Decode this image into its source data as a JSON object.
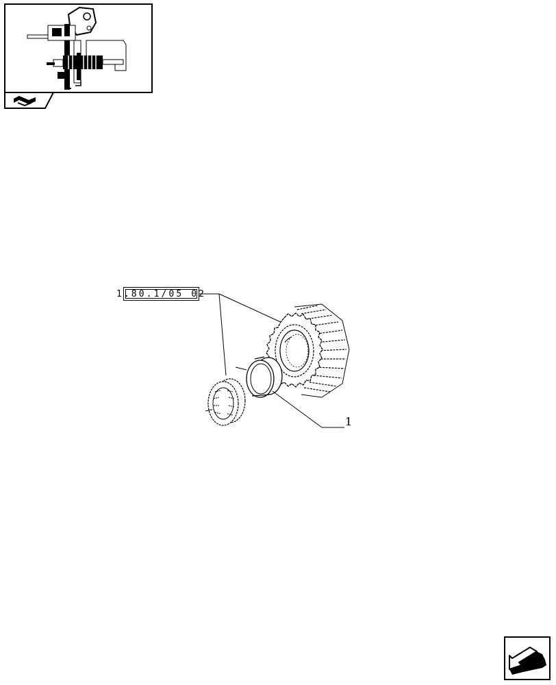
{
  "thumbnail": {
    "icon": "assembly-overview-thumbnail",
    "tab_icon": "section-tab-icon"
  },
  "diagram": {
    "reference_code": "1.80.1/05 02",
    "part_callouts": [
      {
        "label": "1"
      }
    ],
    "components": [
      "gear-icon",
      "bushing-icon",
      "roller-bearing-icon"
    ]
  },
  "navigation": {
    "next_icon": "next-page-arrow-icon"
  }
}
